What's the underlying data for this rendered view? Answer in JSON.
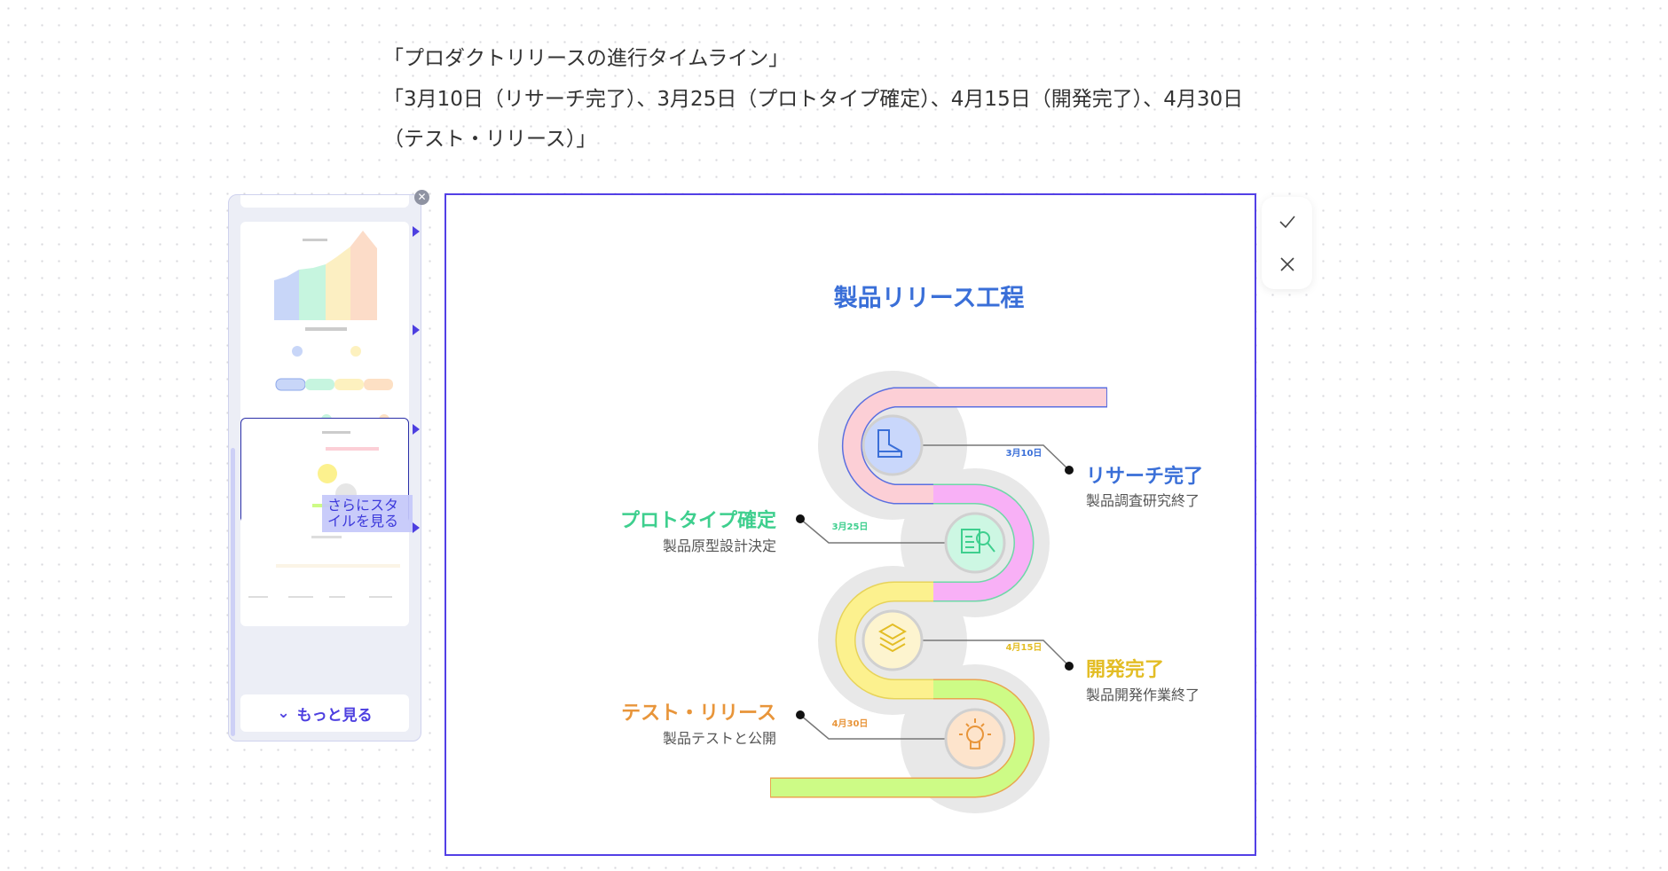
{
  "prompt": {
    "line1": "「プロダクトリリースの進行タイムライン」",
    "line2": "「3月10日（リサーチ完了）、3月25日（プロトタイプ確定）、4月15日（開発完了）、4月30日",
    "line3": "（テスト・リリース）」"
  },
  "panel": {
    "tooltip": "さらにスタイルを見る",
    "more_label": "もっと見る"
  },
  "diagram": {
    "title": "製品リリース工程",
    "colors": {
      "title": "#3a6fd8",
      "pink": "#fccfd6",
      "magenta": "#f8b0f6",
      "yellow": "#fcf18e",
      "green": "#cdfb86"
    },
    "milestones": [
      {
        "date": "3月10日",
        "title": "リサーチ完了",
        "desc": "製品調査研究終了",
        "icon": "boot-icon",
        "color": "#3a6fd8"
      },
      {
        "date": "3月25日",
        "title": "プロトタイプ確定",
        "desc": "製品原型設計決定",
        "icon": "document-search-icon",
        "color": "#3ecf8e"
      },
      {
        "date": "4月15日",
        "title": "開発完了",
        "desc": "製品開発作業終了",
        "icon": "layers-icon",
        "color": "#e3bd25"
      },
      {
        "date": "4月30日",
        "title": "テスト・リリース",
        "desc": "製品テストと公開",
        "icon": "lightbulb-icon",
        "color": "#e8953a"
      }
    ]
  }
}
